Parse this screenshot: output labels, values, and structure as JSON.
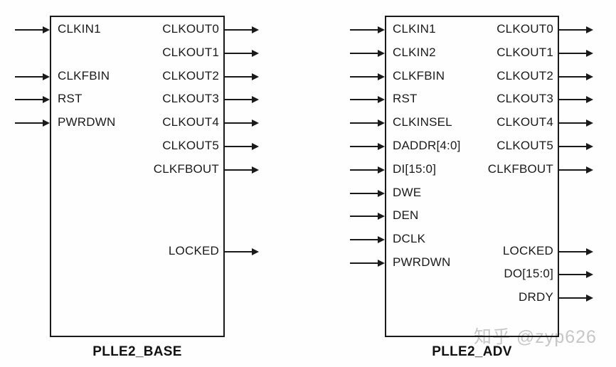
{
  "watermark": {
    "text": "知乎 @zyp626",
    "color": "#c6c6c6"
  },
  "colors": {
    "ink": "#1a1a1a",
    "background": "#fefefe"
  },
  "diagram": {
    "type": "block-pin-diagram",
    "blocks": [
      {
        "title": "PLLE2_BASE",
        "inputs": [
          {
            "label": "CLKIN1",
            "row": 0
          },
          {
            "label": "CLKFBIN",
            "row": 2
          },
          {
            "label": "RST",
            "row": 3
          },
          {
            "label": "PWRDWN",
            "row": 4
          }
        ],
        "outputs": [
          {
            "label": "CLKOUT0",
            "row": 0
          },
          {
            "label": "CLKOUT1",
            "row": 1
          },
          {
            "label": "CLKOUT2",
            "row": 2
          },
          {
            "label": "CLKOUT3",
            "row": 3
          },
          {
            "label": "CLKOUT4",
            "row": 4
          },
          {
            "label": "CLKOUT5",
            "row": 5
          },
          {
            "label": "CLKFBOUT",
            "row": 6
          },
          {
            "label": "LOCKED",
            "row": 9.5
          }
        ]
      },
      {
        "title": "PLLE2_ADV",
        "inputs": [
          {
            "label": "CLKIN1",
            "row": 0
          },
          {
            "label": "CLKIN2",
            "row": 1
          },
          {
            "label": "CLKFBIN",
            "row": 2
          },
          {
            "label": "RST",
            "row": 3
          },
          {
            "label": "CLKINSEL",
            "row": 4
          },
          {
            "label": "DADDR[4:0]",
            "row": 5
          },
          {
            "label": "DI[15:0]",
            "row": 6
          },
          {
            "label": "DWE",
            "row": 7
          },
          {
            "label": "DEN",
            "row": 8
          },
          {
            "label": "DCLK",
            "row": 9
          },
          {
            "label": "PWRDWN",
            "row": 10
          }
        ],
        "outputs": [
          {
            "label": "CLKOUT0",
            "row": 0
          },
          {
            "label": "CLKOUT1",
            "row": 1
          },
          {
            "label": "CLKOUT2",
            "row": 2
          },
          {
            "label": "CLKOUT3",
            "row": 3
          },
          {
            "label": "CLKOUT4",
            "row": 4
          },
          {
            "label": "CLKOUT5",
            "row": 5
          },
          {
            "label": "CLKFBOUT",
            "row": 6
          },
          {
            "label": "LOCKED",
            "row": 9.5
          },
          {
            "label": "DO[15:0]",
            "row": 10.5
          },
          {
            "label": "DRDY",
            "row": 11.5
          }
        ]
      }
    ]
  }
}
